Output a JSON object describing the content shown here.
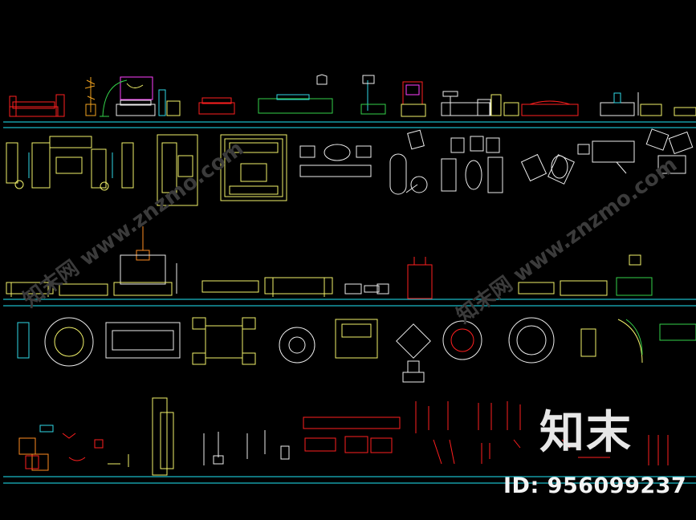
{
  "watermark": {
    "logo_text": "知末",
    "id_text": "ID: 956099237",
    "diagonal_text": "知末网 www.znzmo.com"
  },
  "colors": {
    "background": "#000000",
    "guide_line": "#19b9c7",
    "yellow": "#f2f26a",
    "red": "#ff1f1f",
    "cyan": "#2fd9e6",
    "green": "#34d24a",
    "white": "#ececec",
    "magenta": "#ff40ff"
  },
  "icons": [
    "furniture-elevation-icon",
    "furniture-plan-icon",
    "dining-set-icon",
    "lamp-icon",
    "chandelier-icon"
  ]
}
